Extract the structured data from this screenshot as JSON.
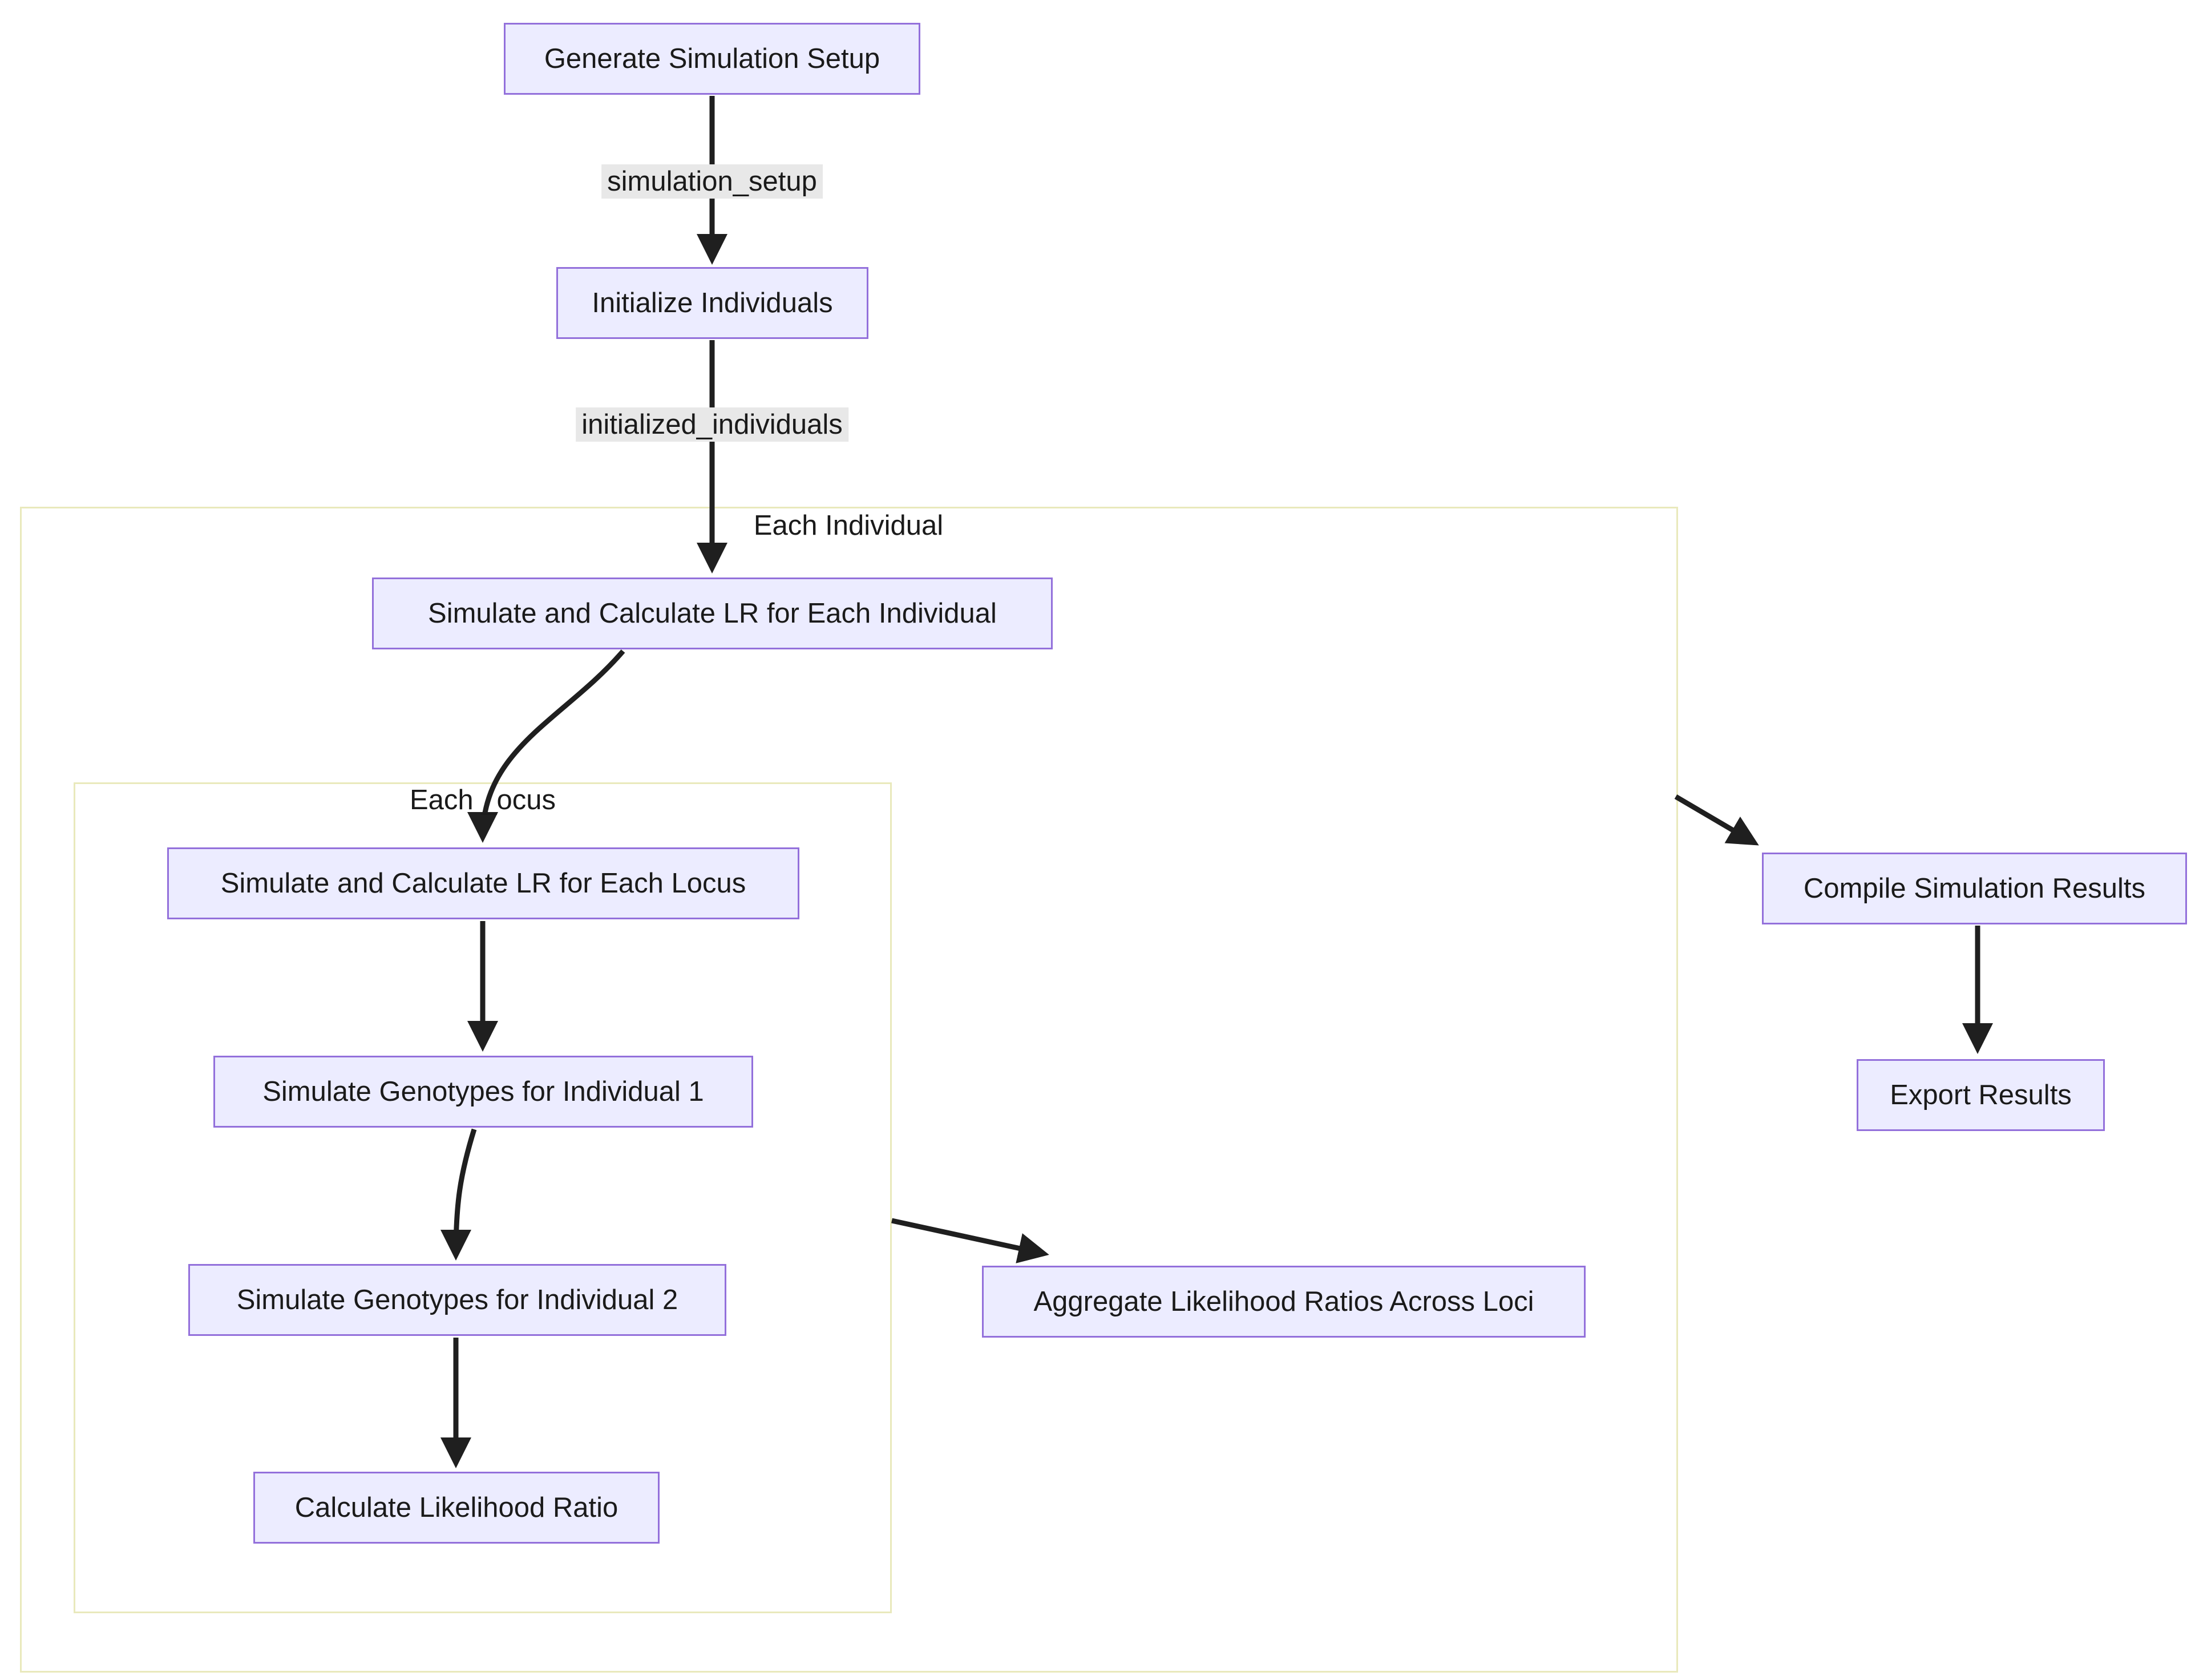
{
  "diagram": {
    "type": "flowchart",
    "direction": "top-down",
    "nodes": {
      "generate_setup": {
        "label": "Generate Simulation Setup"
      },
      "initialize_individuals": {
        "label": "Initialize Individuals"
      },
      "simulate_lr_individual": {
        "label": "Simulate and Calculate LR for Each Individual"
      },
      "simulate_lr_locus": {
        "label": "Simulate and Calculate LR for Each Locus"
      },
      "simulate_genotypes_1": {
        "label": "Simulate Genotypes for Individual 1"
      },
      "simulate_genotypes_2": {
        "label": "Simulate Genotypes for Individual 2"
      },
      "calculate_lr": {
        "label": "Calculate Likelihood Ratio"
      },
      "aggregate_lr": {
        "label": "Aggregate Likelihood Ratios Across Loci"
      },
      "compile_results": {
        "label": "Compile Simulation Results"
      },
      "export_results": {
        "label": "Export Results"
      }
    },
    "subgraphs": {
      "outer": {
        "title": "Each Individual"
      },
      "inner": {
        "title": "Each _ocus"
      }
    },
    "edge_labels": {
      "setup": "simulation_setup",
      "individuals": "initialized_individuals"
    },
    "edges": [
      {
        "from": "generate_setup",
        "to": "initialize_individuals",
        "label": "simulation_setup"
      },
      {
        "from": "initialize_individuals",
        "to": "simulate_lr_individual",
        "label": "initialized_individuals"
      },
      {
        "from": "simulate_lr_individual",
        "to": "simulate_lr_locus",
        "label": ""
      },
      {
        "from": "simulate_lr_locus",
        "to": "simulate_genotypes_1",
        "label": ""
      },
      {
        "from": "simulate_genotypes_1",
        "to": "simulate_genotypes_2",
        "label": ""
      },
      {
        "from": "simulate_genotypes_2",
        "to": "calculate_lr",
        "label": ""
      },
      {
        "from": "inner_subgraph",
        "to": "aggregate_lr",
        "label": ""
      },
      {
        "from": "outer_subgraph",
        "to": "compile_results",
        "label": ""
      },
      {
        "from": "compile_results",
        "to": "export_results",
        "label": ""
      }
    ],
    "colors": {
      "node_fill": "#ECECFF",
      "node_border": "#9370DB",
      "edge_label_bg": "#e8e8e8",
      "subgraph_border": "#e9e9bc",
      "arrow": "#1f1f1f",
      "background": "#ffffff"
    }
  }
}
